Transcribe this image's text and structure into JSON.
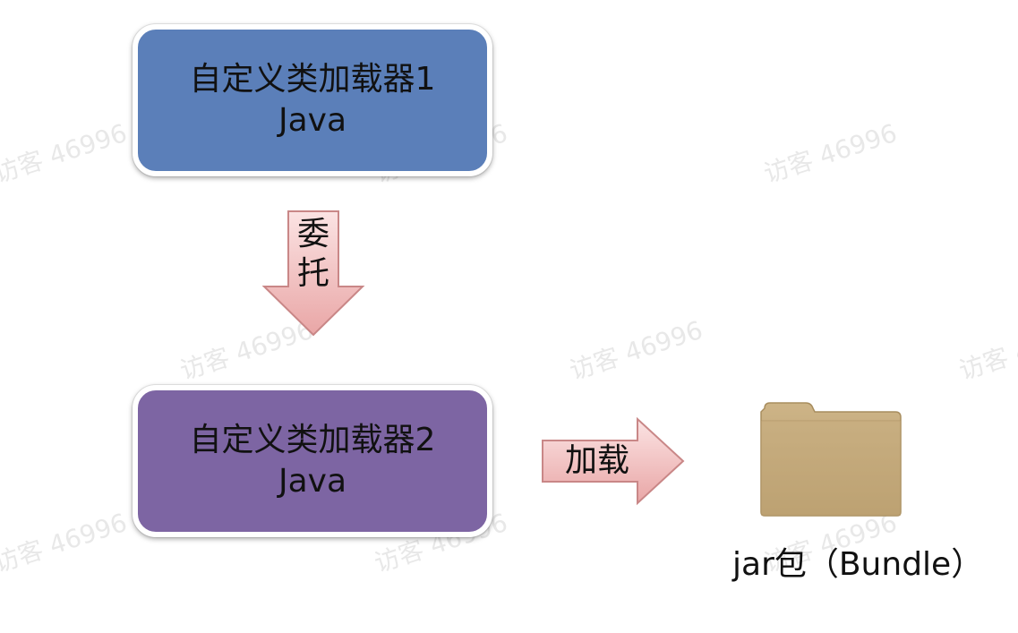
{
  "nodes": {
    "loader1": {
      "line1": "自定义类加载器1",
      "line2": "Java"
    },
    "loader2": {
      "line1": "自定义类加载器2",
      "line2": "Java"
    },
    "jar": {
      "label": "jar包（Bundle）"
    }
  },
  "edges": {
    "delegate": {
      "char1": "委",
      "char2": "托"
    },
    "load": {
      "label": "加载"
    }
  },
  "watermark": {
    "text": "访客 46996"
  },
  "colors": {
    "loader1_fill": "#5b7fb9",
    "loader2_fill": "#7d65a3",
    "arrow_fill_top": "#fbe3e3",
    "arrow_fill_bottom": "#e9a6a6",
    "arrow_stroke": "#c98787",
    "folder_fill": "#c9b082"
  },
  "icons": {
    "jar": "folder-icon"
  }
}
